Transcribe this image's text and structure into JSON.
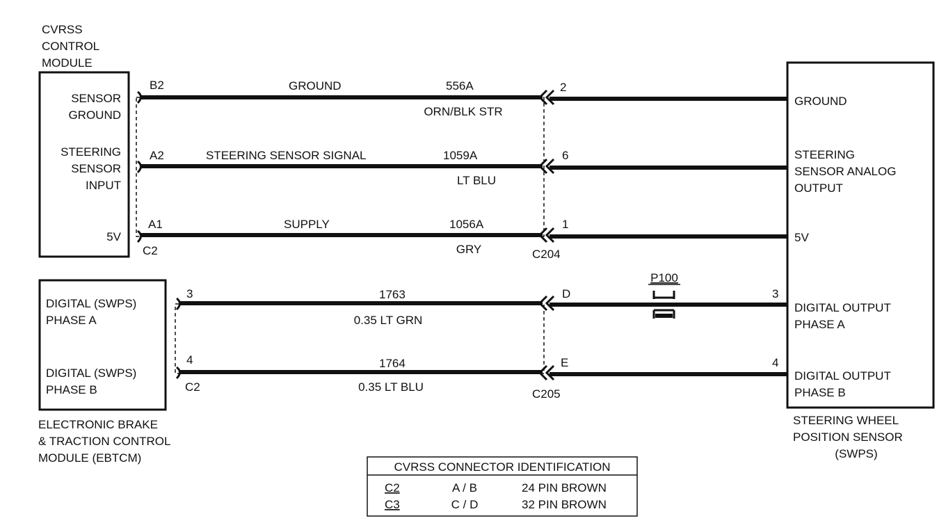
{
  "cvrss_module": {
    "title_lines": [
      "CVRSS",
      "CONTROL",
      "MODULE"
    ],
    "pins": {
      "sensor_ground": [
        "SENSOR",
        "GROUND"
      ],
      "steering_sensor_input": [
        "STEERING",
        "SENSOR",
        "INPUT"
      ],
      "five_v": "5V"
    },
    "connector": "C2"
  },
  "ebtcm_module": {
    "title_lines": [
      "ELECTRONIC BRAKE",
      "& TRACTION CONTROL",
      "MODULE (EBTCM)"
    ],
    "pins": {
      "phase_a": [
        "DIGITAL (SWPS)",
        "PHASE A"
      ],
      "phase_b": [
        "DIGITAL (SWPS)",
        "PHASE B"
      ]
    },
    "connector": "C2"
  },
  "swps": {
    "title_lines": [
      "STEERING WHEEL",
      "POSITION SENSOR",
      "(SWPS)"
    ],
    "pins": {
      "ground": "GROUND",
      "analog_output": [
        "STEERING",
        "SENSOR ANALOG",
        "OUTPUT"
      ],
      "five_v": "5V",
      "phase_a": [
        "DIGITAL OUTPUT",
        "PHASE A"
      ],
      "phase_b": [
        "DIGITAL OUTPUT",
        "PHASE B"
      ]
    }
  },
  "wires": [
    {
      "left_pin": "B2",
      "name": "GROUND",
      "circuit": "556A",
      "color": "ORN/BLK STR",
      "right_pin": "2",
      "swps_pin": ""
    },
    {
      "left_pin": "A2",
      "name": "STEERING SENSOR SIGNAL",
      "circuit": "1059A",
      "color": "LT BLU",
      "right_pin": "6",
      "swps_pin": ""
    },
    {
      "left_pin": "A1",
      "name": "SUPPLY",
      "circuit": "1056A",
      "color": "GRY",
      "right_pin": "1",
      "swps_pin": ""
    },
    {
      "left_pin": "3",
      "name": "",
      "circuit": "1763",
      "color": "0.35 LT GRN",
      "right_pin": "D",
      "swps_pin": "3"
    },
    {
      "left_pin": "4",
      "name": "",
      "circuit": "1764",
      "color": "0.35 LT BLU",
      "right_pin": "E",
      "swps_pin": "4"
    }
  ],
  "inline_connectors": {
    "upper": "C204",
    "lower": "C205"
  },
  "splice_pack": "P100",
  "connector_table": {
    "title": "CVRSS CONNECTOR IDENTIFICATION",
    "rows": [
      {
        "conn": "C2",
        "side": "A / B",
        "desc": "24 PIN BROWN"
      },
      {
        "conn": "C3",
        "side": "C / D",
        "desc": "32 PIN BROWN"
      }
    ]
  }
}
